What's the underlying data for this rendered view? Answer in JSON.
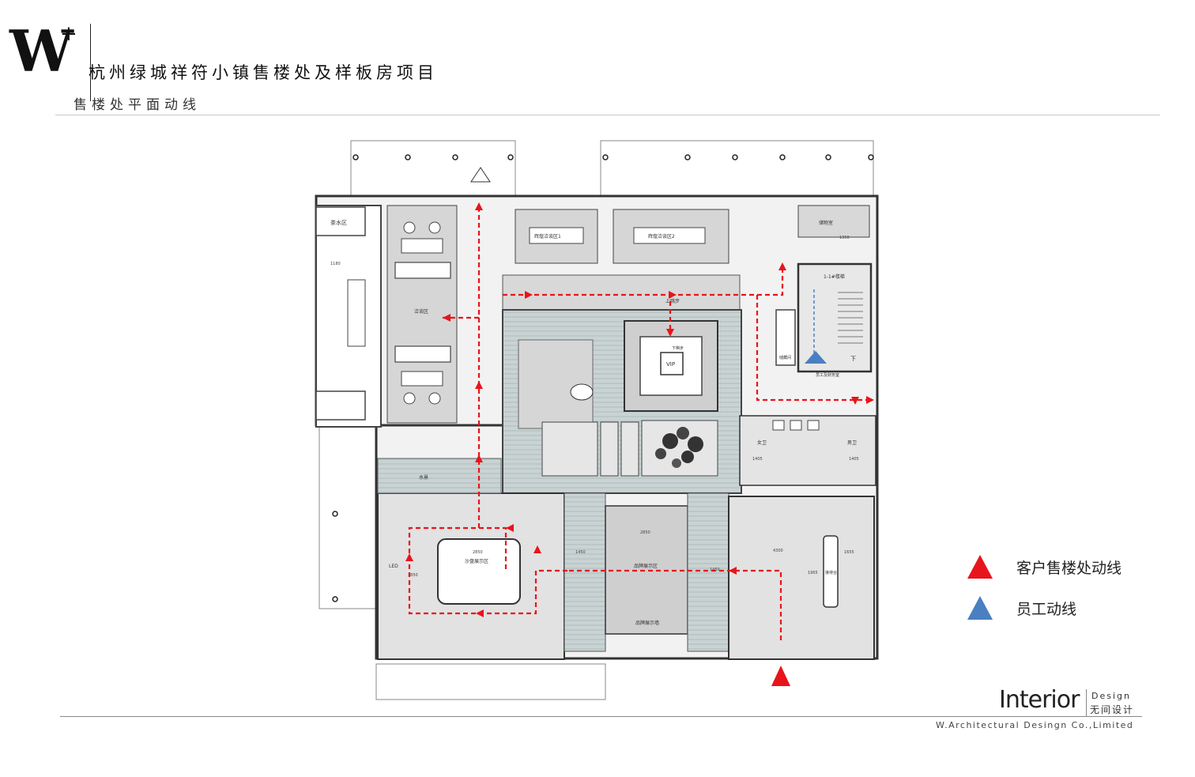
{
  "header": {
    "title": "杭州绿城祥符小镇售楼处及样板房项目",
    "subtitle": "售楼处平面动线"
  },
  "plan": {
    "rooms": {
      "tea": "茶水区",
      "vip": "VIP",
      "vip_room": "下棋步",
      "negotiation": "洽谈区",
      "meeting1": "辉煌洽谈区1",
      "meeting2": "辉煌洽谈区2",
      "sand_table": "沙盘展示区",
      "brand_display": "品牌展示区",
      "brand_wall": "品牌展示墙",
      "reception": "接待台",
      "stair": "1-1#楼梯",
      "staff_room": "员工及财务室",
      "female_wc": "女卫",
      "male_wc": "男卫",
      "water_step": "上跳步",
      "equipment": "储藏间",
      "down_label": "下",
      "led": "LED",
      "storage": "储物室",
      "pool": "水景"
    },
    "dims": [
      "1180",
      "1450",
      "1450",
      "2850",
      "4300",
      "1655",
      "2850",
      "3850",
      "1405",
      "1405",
      "1965",
      "1350"
    ]
  },
  "legend": {
    "items": [
      {
        "label": "客户售楼处动线",
        "color": "#e8141b"
      },
      {
        "label": "员工动线",
        "color": "#4a7fc1"
      }
    ]
  },
  "footer": {
    "brand": "Interior",
    "brand_tag": "Design",
    "brand_cn": "无间设计",
    "company": "W.Architectural Desingn Co.,Limited"
  }
}
